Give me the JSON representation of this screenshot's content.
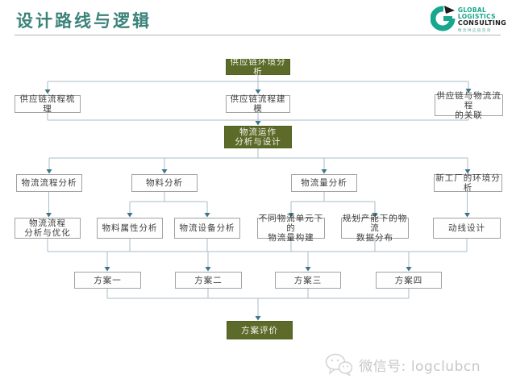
{
  "header": {
    "title": "设计路线与逻辑"
  },
  "logo": {
    "mark": "G",
    "lines": {
      "0": "GLOBAL",
      "1": "LOGISTICS",
      "2": "CONSULTING"
    },
    "tagline": "物流供应链咨询"
  },
  "colors": {
    "accent_green": "#5c6b2a",
    "title_teal": "#3b8279",
    "logo_teal": "#17a78e",
    "connector_line": "#a9bdc5",
    "connector_arrow": "#3d7689"
  },
  "flowchart": {
    "nodes": {
      "env": "供应链环境分析",
      "sort": "供应链流程梳理",
      "model": "供应链流程建模",
      "relation": "供应链与物流流程\n的关联",
      "operation": "物流运作\n分析与设计",
      "flow_analysis": "物流流程分析",
      "material_analysis": "物料分析",
      "volume_analysis": "物流量分析",
      "new_plant": "新工厂的环境分析",
      "flow_opt": "物流流程\n分析与优化",
      "material_attr": "物料属性分析",
      "equipment": "物流设备分析",
      "unit_volume": "不同物流单元下的\n物流量构建",
      "capacity": "规划产能下的物流\n数据分布",
      "move_line": "动线设计",
      "plan1": "方案一",
      "plan2": "方案二",
      "plan3": "方案三",
      "plan4": "方案四",
      "evaluate": "方案评价"
    }
  },
  "footer": {
    "wechat_label": "微信号: logclubcn"
  }
}
